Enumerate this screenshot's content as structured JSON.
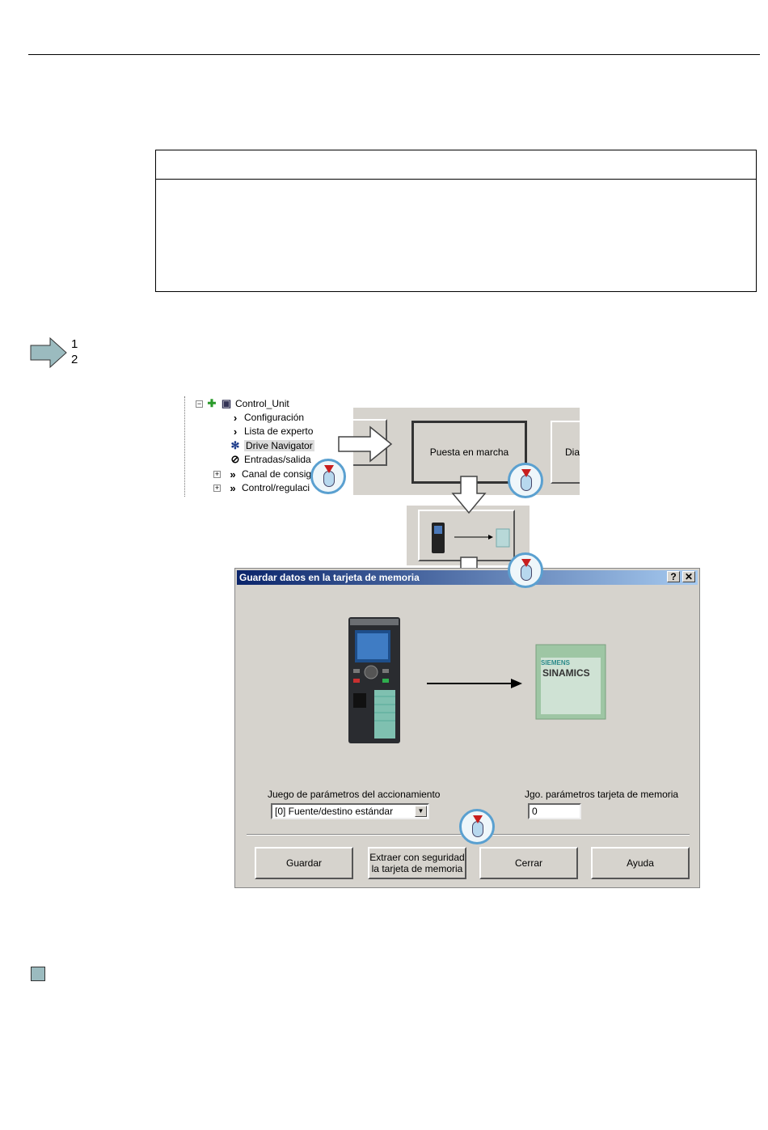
{
  "page": {
    "step_numbers": [
      "1",
      "2"
    ]
  },
  "tree": {
    "root": "Control_Unit",
    "items": [
      "Configuración",
      "Lista de experto",
      "Drive Navigator",
      "Entradas/salida",
      "Canal de consig",
      "Control/regulaci"
    ]
  },
  "toolbar": {
    "commissioning_label": "Puesta en marcha",
    "diagnostics_label": "Dia"
  },
  "dialog": {
    "title": "Guardar datos en la tarjeta de memoria",
    "help_btn": "?",
    "close_btn": "✕",
    "card_brand": "SIEMENS",
    "card_product": "SINAMICS",
    "param_set_label": "Juego de parámetros del accionamiento",
    "param_set_value": "[0] Fuente/destino estándar",
    "card_param_label": "Jgo. parámetros tarjeta de memoria",
    "card_param_value": "0",
    "buttons": {
      "save": "Guardar",
      "eject_line1": "Extraer con seguridad",
      "eject_line2": "la tarjeta de memoria",
      "close": "Cerrar",
      "help": "Ayuda"
    }
  },
  "colors": {
    "dialog_bg": "#d6d3cd",
    "titlebar": "#0a246a",
    "arrow_fill": "#9bbbbf",
    "mouse_pointer": "#c81e1e"
  }
}
